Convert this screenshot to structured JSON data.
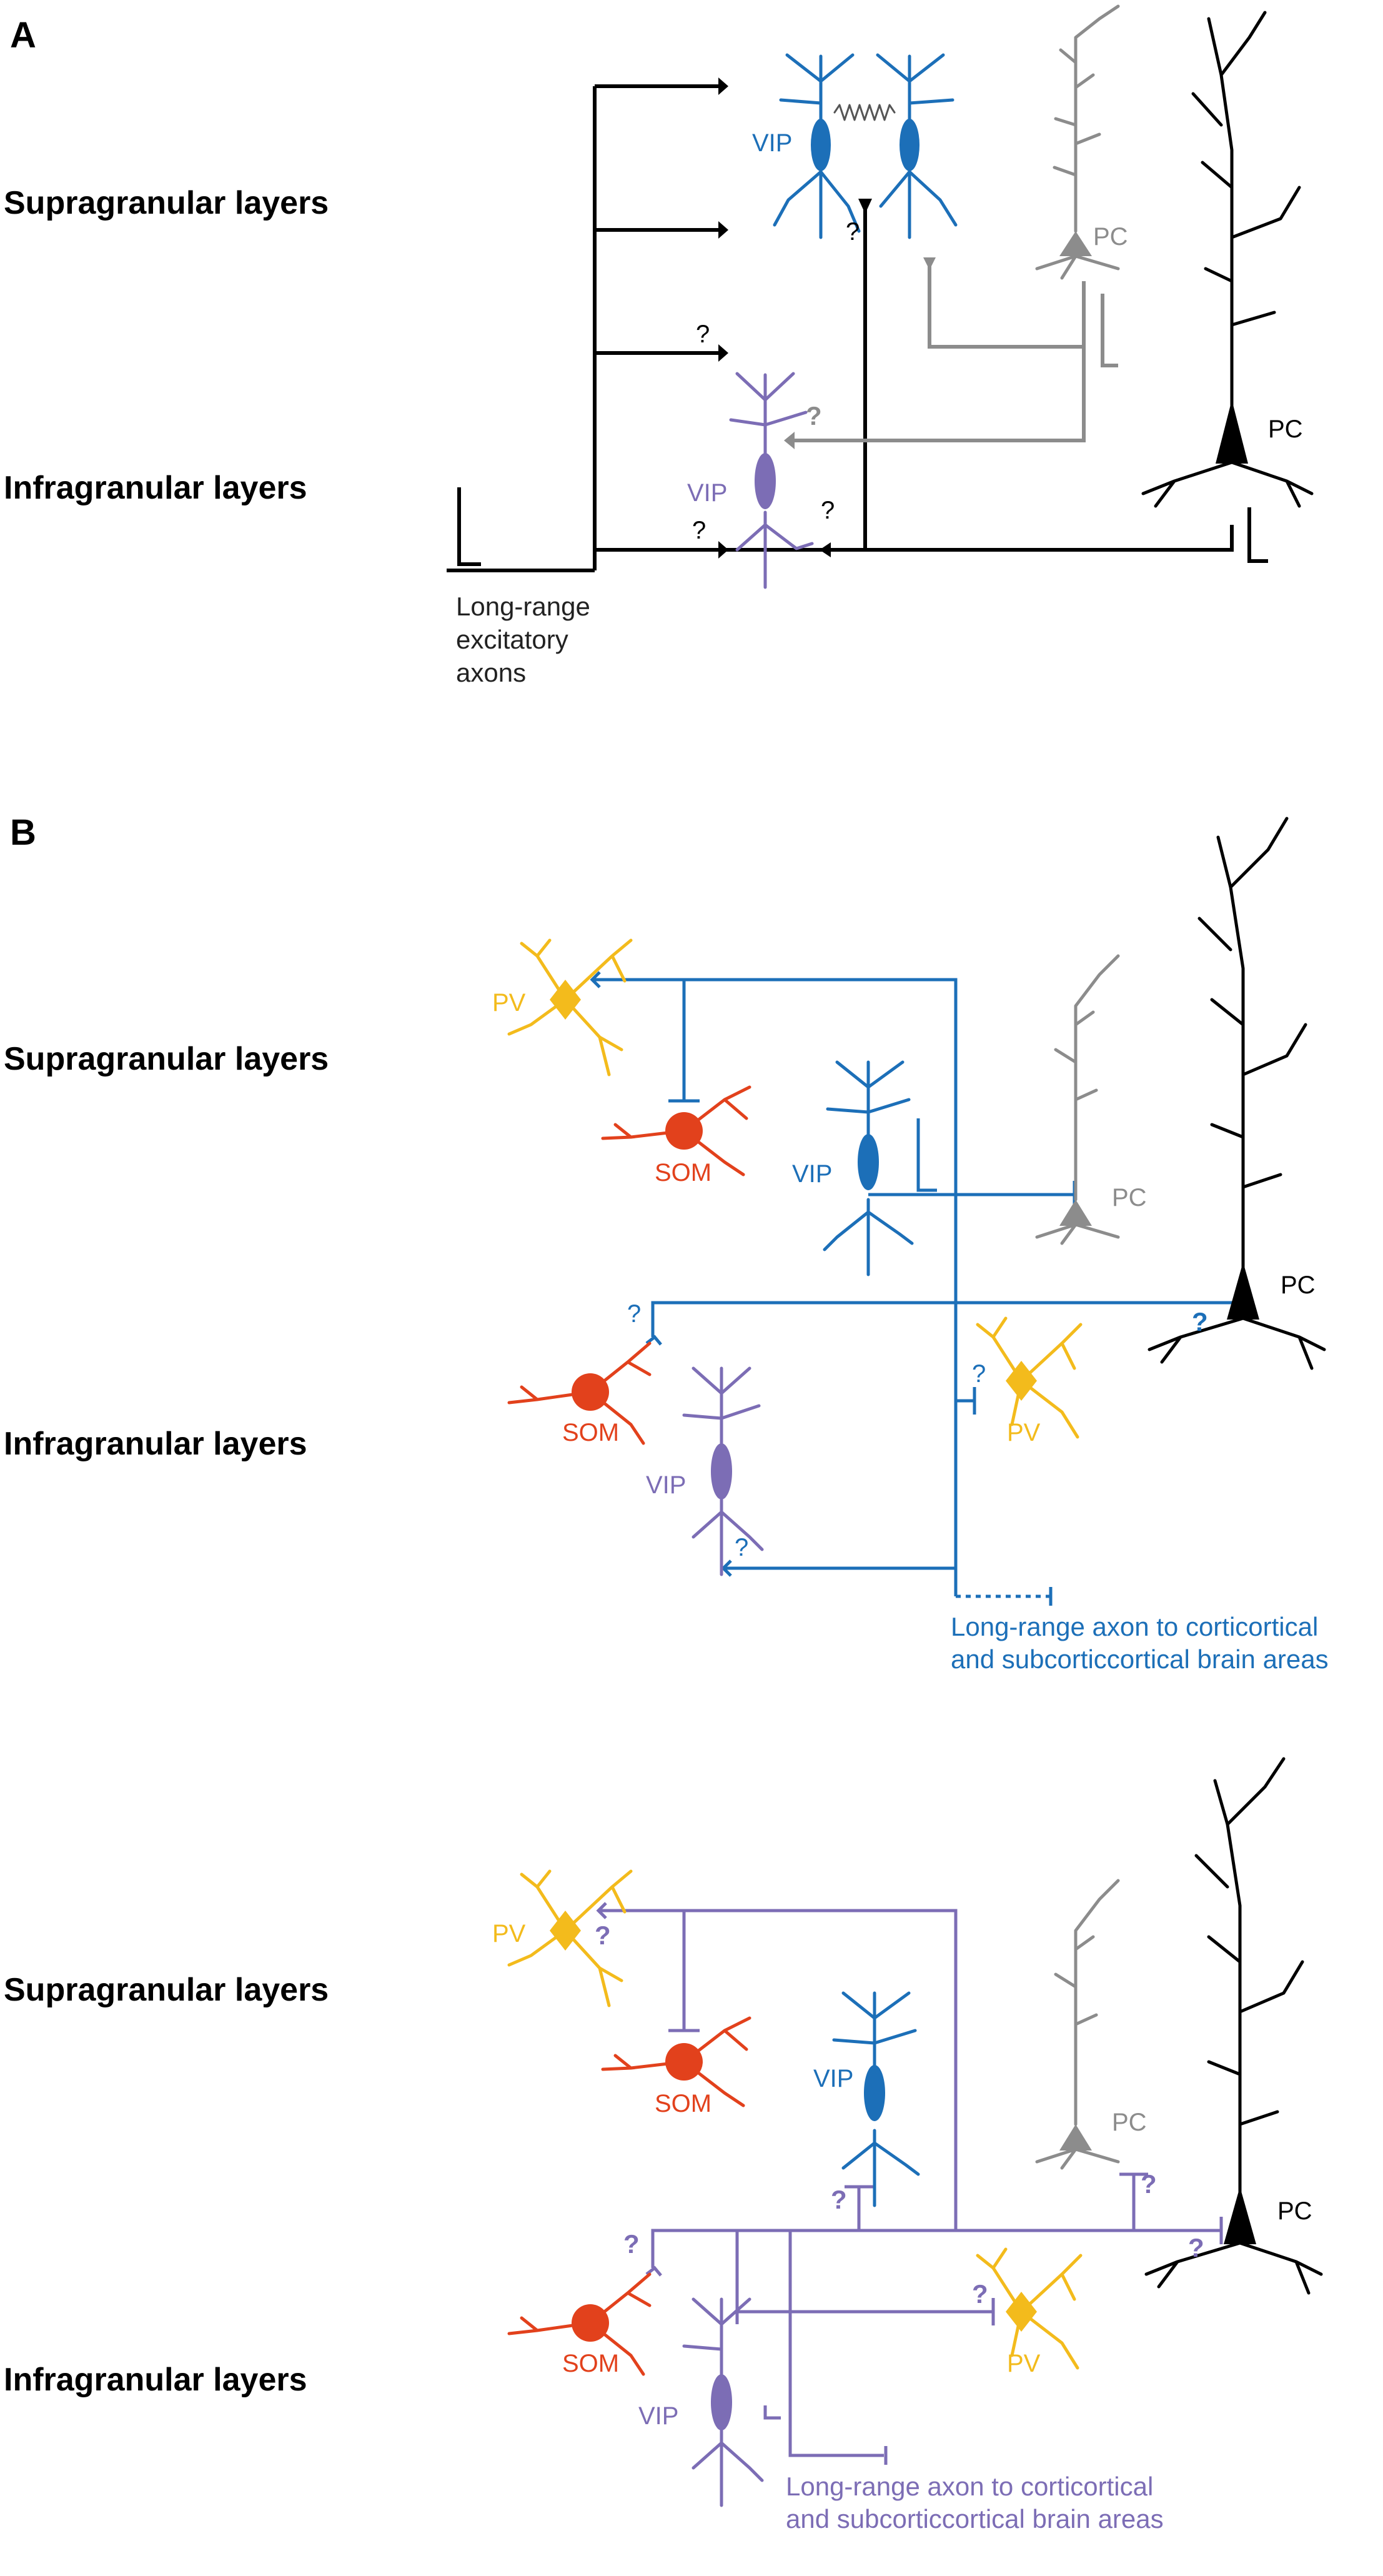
{
  "colors": {
    "black": "#000000",
    "gray": "#8c8c8c",
    "vip_blue": "#1c6fb8",
    "vip_purple": "#7c6db5",
    "pv_yellow": "#f3bb1c",
    "som_red": "#e2411c"
  },
  "panel_a": {
    "letter": "A",
    "supragranular_label": "Supragranular layers",
    "infragranular_label": "Infragranular layers",
    "vip_upper_label": "VIP",
    "vip_lower_label": "VIP",
    "pc_gray_label": "PC",
    "pc_black_label": "PC",
    "question": "?",
    "axon_note": [
      "Long-range",
      "excitatory",
      "axons"
    ]
  },
  "panel_b": {
    "letter": "B",
    "top": {
      "supragranular_label": "Supragranular layers",
      "infragranular_label": "Infragranular layers",
      "pv_upper_label": "PV",
      "som_upper_label": "SOM",
      "vip_upper_label": "VIP",
      "pc_gray_label": "PC",
      "pc_black_label": "PC",
      "som_lower_label": "SOM",
      "vip_lower_label": "VIP",
      "pv_lower_label": "PV",
      "question": "?",
      "long_range_note": [
        "Long-range axon to corticortical",
        "and subcorticcortical brain areas"
      ]
    },
    "bottom": {
      "supragranular_label": "Supragranular layers",
      "infragranular_label": "Infragranular layers",
      "pv_upper_label": "PV",
      "som_upper_label": "SOM",
      "vip_upper_label": "VIP",
      "pc_gray_label": "PC",
      "pc_black_label": "PC",
      "som_lower_label": "SOM",
      "vip_lower_label": "VIP",
      "pv_lower_label": "PV",
      "question": "?",
      "long_range_note": [
        "Long-range axon to corticortical",
        "and subcorticcortical brain areas"
      ]
    }
  }
}
